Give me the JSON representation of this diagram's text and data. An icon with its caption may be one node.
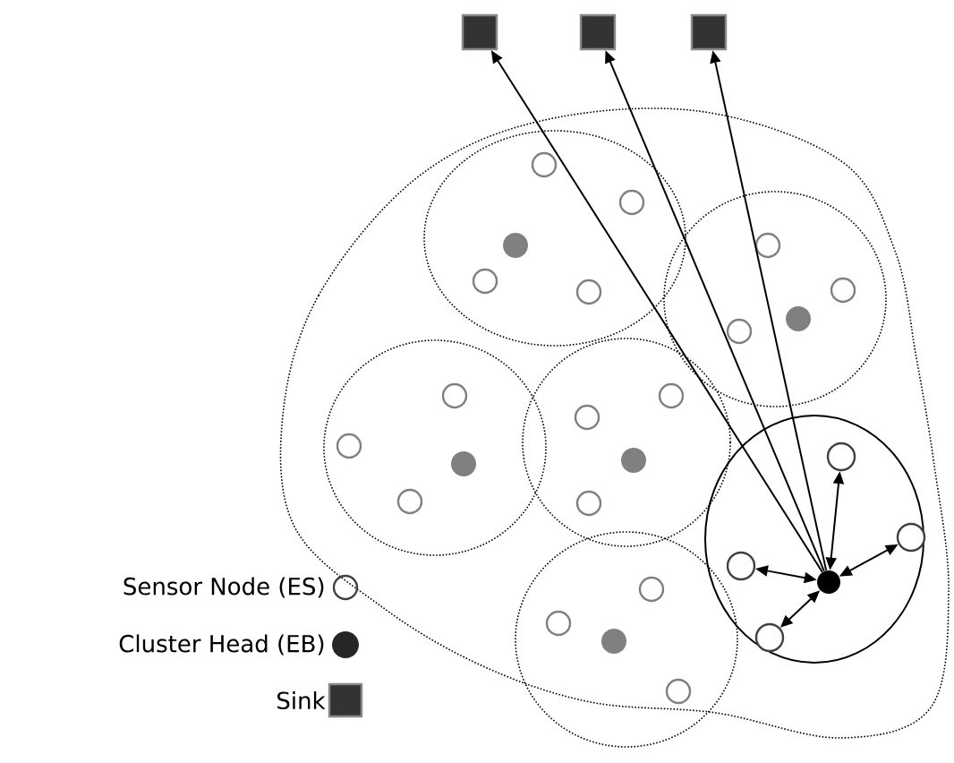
{
  "diagram": {
    "nodes": [
      {
        "text": [],
        "shape": "box"
      },
      {
        "text": [],
        "shape": "box"
      },
      {
        "text": [],
        "shape": "box"
      },
      {
        "text": [],
        "shape": "circle"
      },
      {
        "text": [],
        "shape": "circle"
      },
      {
        "text": [],
        "shape": "circle"
      },
      {
        "text": [],
        "shape": "circle"
      },
      {
        "text": [],
        "shape": "circle"
      }
    ],
    "edges": [
      {
        "from": 3,
        "to": 0,
        "arrow": "to"
      },
      {
        "from": 3,
        "to": 1,
        "arrow": "to"
      },
      {
        "from": 3,
        "to": 2,
        "arrow": "to"
      },
      {
        "from": 3,
        "to": 4,
        "arrow": "both"
      },
      {
        "from": 3,
        "to": 5,
        "arrow": "both"
      },
      {
        "from": 3,
        "to": 6,
        "arrow": "both"
      },
      {
        "from": 3,
        "to": 7,
        "arrow": "both"
      }
    ],
    "legend": [
      {
        "text": "Sensor Node (ES)"
      },
      {
        "text": "Cluster Head (EB)"
      },
      {
        "text": "Sink"
      }
    ]
  }
}
